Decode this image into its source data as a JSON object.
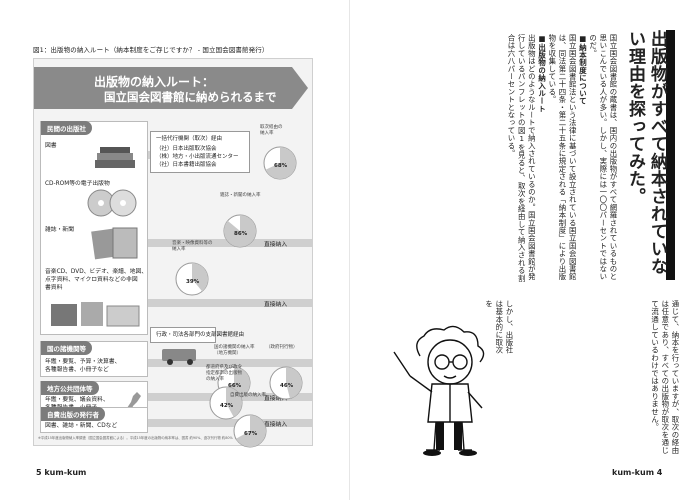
{
  "left_page": {
    "figure_caption": "図1：出版物の納入ルート（納本制度をご存じですか？ - 国立国会図書館発行）",
    "figure": {
      "title_line1": "出版物の納入ルート：",
      "title_line2": "国立国会図書館に納められるまで",
      "groups": [
        {
          "label": "民間の出版社",
          "items": [
            "図書",
            "CD-ROM等の電子出版物",
            "雑誌・新聞",
            "音楽CD、DVD、ビデオ、楽譜、地図、点字資料、マイクロ資料などの非図書資料"
          ]
        },
        {
          "label": "国の諸機関等",
          "items": [
            "年鑑・要覧、予算・決算書、各種報告書、小冊子など"
          ]
        },
        {
          "label": "地方公共団体等",
          "items": [
            "年鑑・要覧、議会資料、各種報告書、小冊子など"
          ]
        },
        {
          "label": "自費出版の発行者",
          "items": [
            "図書、雑誌・新聞、CDなど"
          ]
        }
      ],
      "agency_box": [
        "一括代行機関（取次）経由",
        "（社）日本出版取次協会",
        "（株）地方・小出版流通センター",
        "（社）日本書籍出版協会"
      ],
      "dept_box": "行政・司法各部門の支部図書館経由",
      "route_label": "直接納入",
      "pie_charts": [
        {
          "caption": [
            "取次経由の",
            "納入率"
          ],
          "value": "68%",
          "share": 0.68
        },
        {
          "caption": [
            "雑誌・新聞の納入率"
          ],
          "value": "86%",
          "share": 0.86
        },
        {
          "caption": [
            "音楽・映像資料等の",
            "納入率"
          ],
          "value": "39%",
          "share": 0.39
        },
        {
          "caption": [
            "国の諸機関の納入率",
            "（地方機関）"
          ],
          "value": "66%",
          "share": 0.66
        },
        {
          "caption": [
            "（政府刊行物）"
          ],
          "value": "46%",
          "share": 0.46
        },
        {
          "caption": [
            "都道府県及び政令",
            "指定都市の出版物",
            "の納入率"
          ],
          "value": "42%",
          "share": 0.42
        },
        {
          "caption": [
            "自費出版の納入率"
          ],
          "value": "67%",
          "share": 0.67
        }
      ],
      "footnote": "※平成15年度出版物納入率調査（国立国会図書館による）。平成15年度の出版物の納本率は、図書 約90%、逐次刊行物 約80%（平成16年度調査）"
    },
    "folio": "5 kum-kum"
  },
  "right_page": {
    "headline": "出版物がすべて納本されていない理由を探ってみた。",
    "intro": "国立国会図書館の蔵書は、国内の出版物がすべて網羅されているものと思いこんでいる人が多い。しかし、実際には一〇〇パーセントではないのだ。",
    "sec1_title": "■納本制度について",
    "sec1_body": "国立国会図書館法という法律に基づいて設立されている国立国会図書館は、同法第二十四条・第二十五条に規定される「納本制度」により出版物を収集している。",
    "sec2_title": "■出版物の納入ルート",
    "sec2_body": "出版物はどのようなルートで納入されているのか。国立国会図書館が発行しているパンフレットの図1を見ると、取次を経由して納入される割合は六八パーセントとなっている。",
    "lower_left": "しかし、出版社は基本的に取次を",
    "lower_right": "通じて、納本を行っていますが、取次の経由は任意であり、すべての出版物が取次を通じて流通しているわけではありません。",
    "folio": "kum-kum 4"
  }
}
